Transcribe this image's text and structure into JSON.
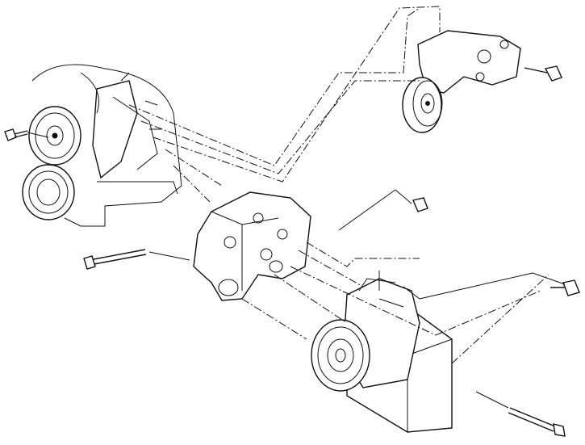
{
  "diagram": {
    "kind": "exploded-view",
    "parts": [
      "engine-crank-pulleys",
      "idler-pulley-bracket",
      "compressor-mounting-bracket",
      "ac-compressor",
      "bolts"
    ],
    "colors": {
      "line": "#111111",
      "background": "#ffffff"
    }
  }
}
